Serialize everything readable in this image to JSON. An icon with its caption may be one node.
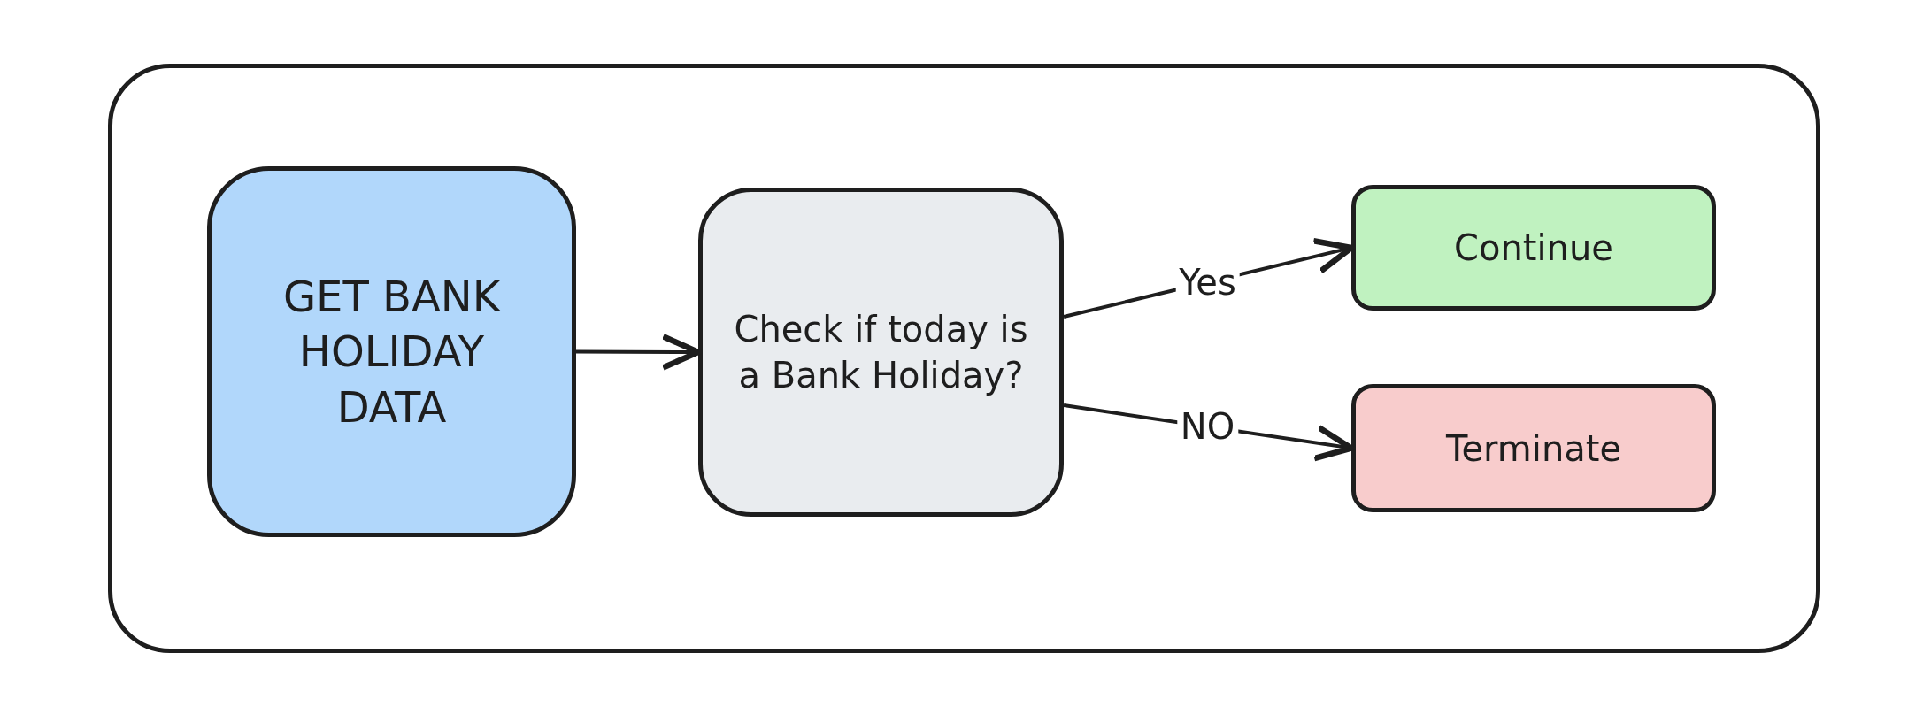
{
  "diagram": {
    "nodes": [
      {
        "text": [],
        "shape": "box"
      },
      {
        "text": [
          "GET BANK HOLIDAY DATA"
        ],
        "in": 0
      },
      {
        "text": [
          "Check if today is a Bank Holiday?"
        ],
        "in": 0
      },
      {
        "text": [
          "Continue"
        ],
        "in": 0
      },
      {
        "text": [
          "Terminate"
        ],
        "in": 0
      }
    ],
    "edges": [
      {
        "from": 1,
        "to": 2,
        "arrow": "to"
      },
      {
        "from": 2,
        "to": 3,
        "arrow": "to",
        "label": "Yes"
      },
      {
        "from": 2,
        "to": 4,
        "arrow": "to",
        "label": "NO"
      }
    ]
  }
}
